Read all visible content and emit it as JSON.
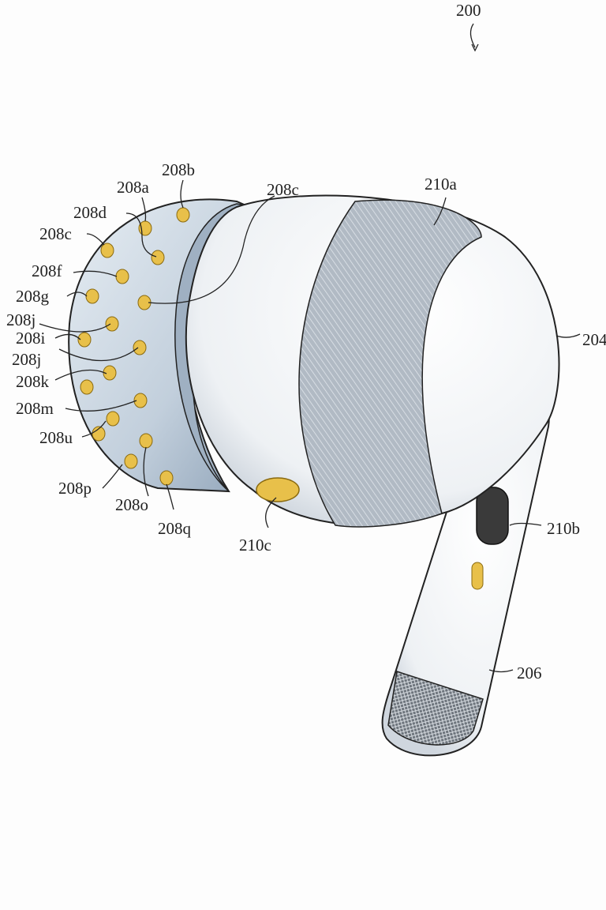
{
  "figure_ref": "200",
  "labels": {
    "l208b": "208b",
    "l208a": "208a",
    "l208c_top": "208c",
    "l208d": "208d",
    "l208c_left": "208c",
    "l208f": "208f",
    "l208g": "208g",
    "l208j_1": "208j",
    "l208i": "208i",
    "l208j_2": "208j",
    "l208k": "208k",
    "l208m": "208m",
    "l208u": "208u",
    "l208p": "208p",
    "l208o": "208o",
    "l208q": "208q",
    "l210c": "210c",
    "l210a": "210a",
    "l204": "204",
    "l210b": "210b",
    "l206": "206"
  },
  "colors": {
    "tip": "#c7d3df",
    "body": "#f4f6f8",
    "band": "#a9b3bd",
    "contacts": "#e8c04a",
    "button": "#3a3a3a"
  }
}
